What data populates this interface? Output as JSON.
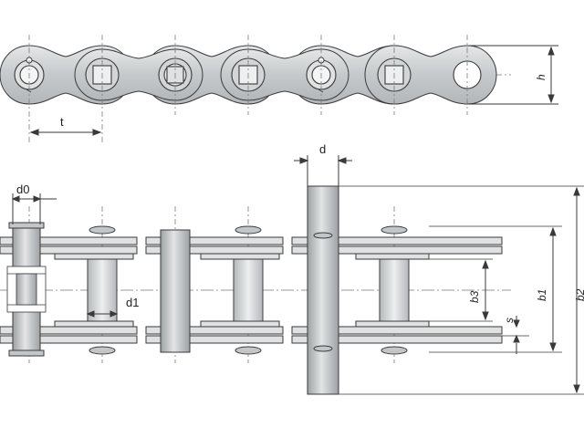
{
  "labels": {
    "pitch": "t",
    "height": "h",
    "pin_diameter": "d",
    "pin_end_diameter": "d0",
    "roller_diameter": "d1",
    "inner_width": "b3",
    "plate_thickness": "s",
    "outer_width": "b1",
    "pin_length": "b2"
  },
  "colors": {
    "line": "#3a3a3a",
    "plate": "#cdd0d2",
    "plate_dark": "#aeb2b5",
    "roller": "#d9dcde",
    "pin": "#b6babd",
    "dash": "#7a7a7a"
  }
}
